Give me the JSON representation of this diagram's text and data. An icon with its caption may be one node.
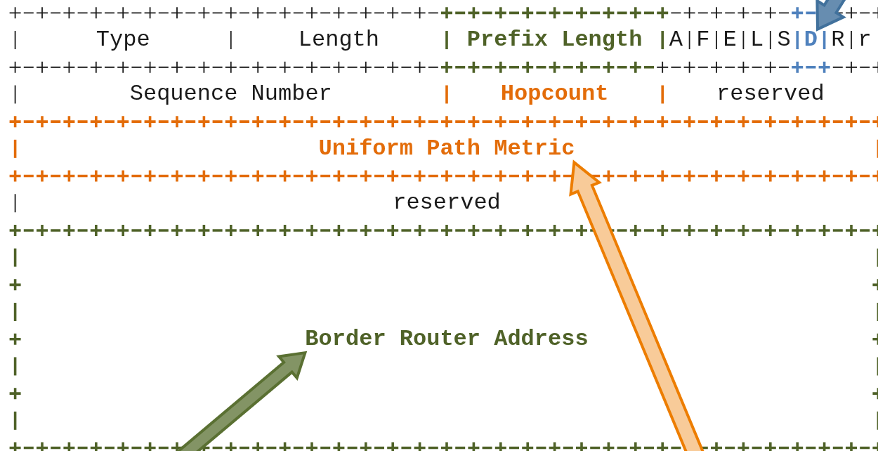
{
  "diagram": {
    "nodes": [
      {
        "text": [
          "Type"
        ]
      },
      {
        "text": [
          "Length"
        ]
      },
      {
        "text": [
          "Prefix Length"
        ]
      },
      {
        "text": [
          "A"
        ]
      },
      {
        "text": [
          "F"
        ]
      },
      {
        "text": [
          "E"
        ]
      },
      {
        "text": [
          "L"
        ]
      },
      {
        "text": [
          "S"
        ]
      },
      {
        "text": [
          "D"
        ]
      },
      {
        "text": [
          "R"
        ]
      },
      {
        "text": [
          "r"
        ]
      },
      {
        "text": [
          "Sequence Number"
        ]
      },
      {
        "text": [
          "Hopcount"
        ]
      },
      {
        "text": [
          "reserved"
        ]
      },
      {
        "text": [
          "Uniform Path Metric"
        ]
      },
      {
        "text": [
          "reserved"
        ]
      },
      {
        "text": [
          "Border Router Address"
        ]
      }
    ],
    "edges": [
      {
        "from": null,
        "to": 8,
        "arrow": "to",
        "style": "thick",
        "color": "#41719c"
      },
      {
        "from": null,
        "to": 14,
        "arrow": "to",
        "style": "thick",
        "color": "#ed7d00"
      },
      {
        "from": null,
        "to": 16,
        "arrow": "to",
        "style": "thick",
        "color": "#5a7032"
      }
    ]
  }
}
